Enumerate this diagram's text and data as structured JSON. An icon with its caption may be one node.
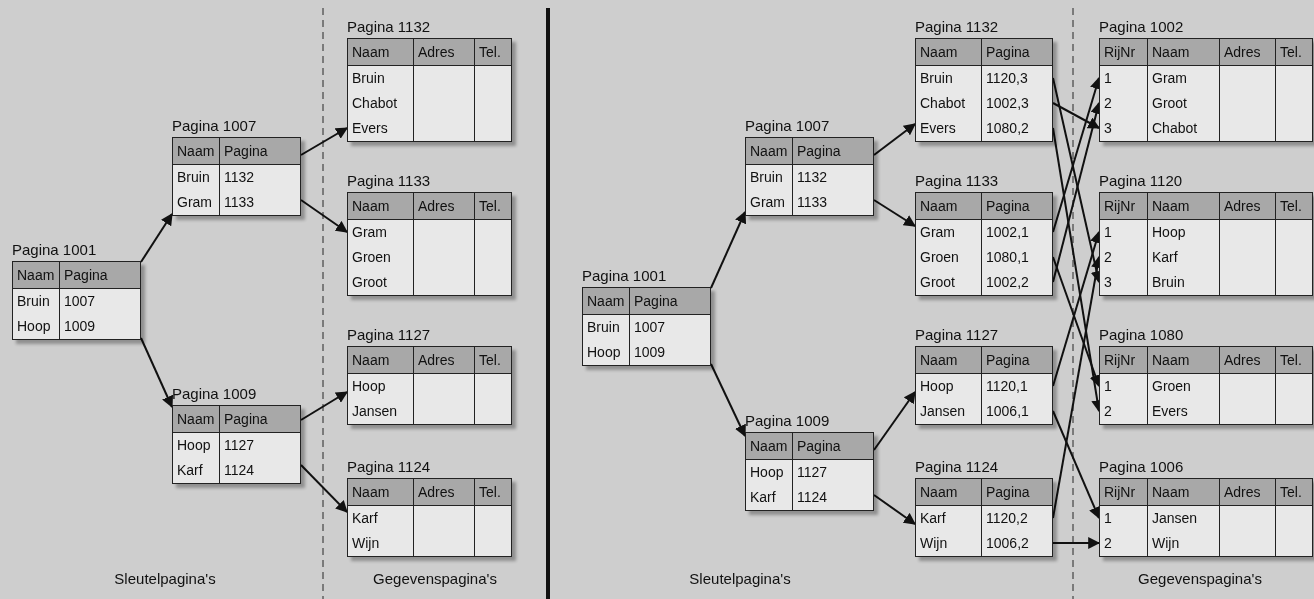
{
  "diagram": {
    "nodes": [
      {
        "text": [
          "Pagina 1001",
          "Naam",
          "Pagina",
          "Bruin",
          "1007",
          "Hoop",
          "1009"
        ]
      },
      {
        "text": [
          "Pagina 1007",
          "Naam",
          "Pagina",
          "Bruin",
          "1132",
          "Gram",
          "1133"
        ]
      },
      {
        "text": [
          "Pagina 1009",
          "Naam",
          "Pagina",
          "Hoop",
          "1127",
          "Karf",
          "1124"
        ]
      },
      {
        "text": [
          "Pagina 1132",
          "Naam",
          "Adres",
          "Tel.",
          "Bruin",
          "Chabot",
          "Evers"
        ]
      },
      {
        "text": [
          "Pagina 1133",
          "Naam",
          "Adres",
          "Tel.",
          "Gram",
          "Groen",
          "Groot"
        ]
      },
      {
        "text": [
          "Pagina 1127",
          "Naam",
          "Adres",
          "Tel.",
          "Hoop",
          "Jansen"
        ]
      },
      {
        "text": [
          "Pagina 1124",
          "Naam",
          "Adres",
          "Tel.",
          "Karf",
          "Wijn"
        ]
      },
      {
        "text": [
          "Pagina 1001",
          "Naam",
          "Pagina",
          "Bruin",
          "1007",
          "Hoop",
          "1009"
        ]
      },
      {
        "text": [
          "Pagina 1007",
          "Naam",
          "Pagina",
          "Bruin",
          "1132",
          "Gram",
          "1133"
        ]
      },
      {
        "text": [
          "Pagina 1009",
          "Naam",
          "Pagina",
          "Hoop",
          "1127",
          "Karf",
          "1124"
        ]
      },
      {
        "text": [
          "Pagina 1132",
          "Naam",
          "Pagina",
          "Bruin",
          "1120,3",
          "Chabot",
          "1002,3",
          "Evers",
          "1080,2"
        ]
      },
      {
        "text": [
          "Pagina 1133",
          "Naam",
          "Pagina",
          "Gram",
          "1002,1",
          "Groen",
          "1080,1",
          "Groot",
          "1002,2"
        ]
      },
      {
        "text": [
          "Pagina 1127",
          "Naam",
          "Pagina",
          "Hoop",
          "1120,1",
          "Jansen",
          "1006,1"
        ]
      },
      {
        "text": [
          "Pagina 1124",
          "Naam",
          "Pagina",
          "Karf",
          "1120,2",
          "Wijn",
          "1006,2"
        ]
      },
      {
        "text": [
          "Pagina 1002",
          "RijNr",
          "Naam",
          "Adres",
          "Tel.",
          "1",
          "Gram",
          "2",
          "Groot",
          "3",
          "Chabot"
        ]
      },
      {
        "text": [
          "Pagina 1120",
          "RijNr",
          "Naam",
          "Adres",
          "Tel.",
          "1",
          "Hoop",
          "2",
          "Karf",
          "3",
          "Bruin"
        ]
      },
      {
        "text": [
          "Pagina 1080",
          "RijNr",
          "Naam",
          "Adres",
          "Tel.",
          "1",
          "Groen",
          "2",
          "Evers"
        ]
      },
      {
        "text": [
          "Pagina 1006",
          "RijNr",
          "Naam",
          "Adres",
          "Tel.",
          "1",
          "Jansen",
          "2",
          "Wijn"
        ]
      }
    ],
    "edges": [
      {
        "from": 0,
        "to": 1,
        "arrow": "to"
      },
      {
        "from": 0,
        "to": 2,
        "arrow": "to"
      },
      {
        "from": 1,
        "to": 3,
        "arrow": "to"
      },
      {
        "from": 1,
        "to": 4,
        "arrow": "to"
      },
      {
        "from": 2,
        "to": 5,
        "arrow": "to"
      },
      {
        "from": 2,
        "to": 6,
        "arrow": "to"
      },
      {
        "from": 7,
        "to": 8,
        "arrow": "to"
      },
      {
        "from": 7,
        "to": 9,
        "arrow": "to"
      },
      {
        "from": 8,
        "to": 10,
        "arrow": "to"
      },
      {
        "from": 8,
        "to": 11,
        "arrow": "to"
      },
      {
        "from": 9,
        "to": 12,
        "arrow": "to"
      },
      {
        "from": 9,
        "to": 13,
        "arrow": "to"
      },
      {
        "from": 10,
        "to": 15,
        "arrow": "to"
      },
      {
        "from": 10,
        "to": 14,
        "arrow": "to"
      },
      {
        "from": 10,
        "to": 16,
        "arrow": "to"
      },
      {
        "from": 11,
        "to": 14,
        "arrow": "to"
      },
      {
        "from": 11,
        "to": 16,
        "arrow": "to"
      },
      {
        "from": 11,
        "to": 14,
        "arrow": "to"
      },
      {
        "from": 12,
        "to": 15,
        "arrow": "to"
      },
      {
        "from": 12,
        "to": 17,
        "arrow": "to"
      },
      {
        "from": 13,
        "to": 15,
        "arrow": "to"
      },
      {
        "from": 13,
        "to": 17,
        "arrow": "to"
      }
    ],
    "labels": [
      "Sleutelpagina's",
      "Gegevenspagina's",
      "Sleutelpagina's",
      "Gegevenspagina's"
    ]
  }
}
